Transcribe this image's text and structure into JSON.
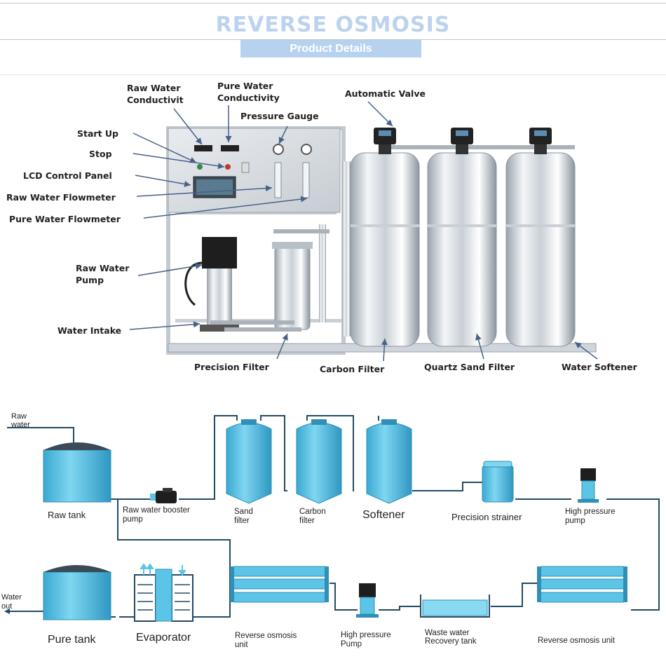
{
  "header": {
    "title": "REVERSE OSMOSIS",
    "subtitle": "Product Details"
  },
  "photo_labels": {
    "raw_water_conductivity": "Raw   Water\nConductivit",
    "pure_water_conductivity": "Pure       Water\nConductivity",
    "automatic_valve": "Automatic Valve",
    "pressure_gauge": "Pressure Gauge",
    "start_up": "Start Up",
    "stop": "Stop",
    "lcd_control_panel": "LCD Control Panel",
    "raw_water_flowmeter": "Raw Water Flowmeter",
    "pure_water_flowmeter": "Pure Water Flowmeter",
    "raw_water_pump": "Raw  Water\nPump",
    "water_intake": "Water Intake",
    "precision_filter": "Precision Filter",
    "carbon_filter": "Carbon Filter",
    "quartz_sand_filter": "Quartz Sand Filter",
    "water_softener": "Water Softener"
  },
  "flow_labels": {
    "raw_water": "Raw\nwater",
    "raw_tank": "Raw tank",
    "raw_water_booster_pump": "Raw water booster\npump",
    "sand_filter": "Sand\nfilter",
    "carbon_filter": "Carbon\nfilter",
    "softener": "Softener",
    "precision_strainer": "Precision strainer",
    "high_pressure_pump_top": "High pressure\npump",
    "water_out": "Water\nout",
    "pure_tank": "Pure tank",
    "evaporator": "Evaporator",
    "reverse_osmosis_unit_left": "Reverse osmosis\nunit",
    "high_pressure_pump_bottom": "High pressure\nPump",
    "waste_water_recovery_tank": "Waste water\nRecovery tank",
    "reverse_osmosis_unit_right": "Reverse osmosis unit"
  },
  "colors": {
    "title": "#bcd3ef",
    "subtitle_bg": "#b7d2ef",
    "tank_fill": "#5cc4e6",
    "tank_dark": "#2f8fb6",
    "pipe": "#234a66",
    "steel_light": "#eef1f4",
    "steel_dark": "#8f99a3",
    "arrow": "#46628a"
  }
}
